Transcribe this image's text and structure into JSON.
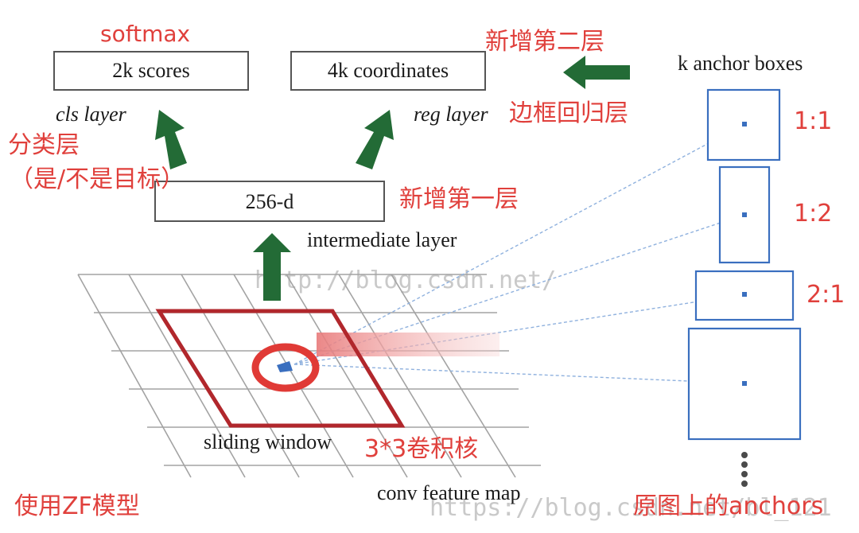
{
  "colors": {
    "annotation_red": "#e0403c",
    "arrow_green": "#236b36",
    "box_blue": "#3a6fbf",
    "window_red": "#b1272c",
    "grid_gray": "#9e9e9e"
  },
  "top_layers": {
    "scores_box": "2k scores",
    "coordinates_box": "4k coordinates",
    "cls_layer_label": "cls layer",
    "reg_layer_label": "reg layer"
  },
  "intermediate": {
    "box_label": "256-d",
    "layer_label": "intermediate layer"
  },
  "feature_map": {
    "sliding_window_label": "sliding window",
    "conv_map_label": "conv feature map"
  },
  "anchors": {
    "header": "k anchor boxes",
    "ratios": [
      "1:1",
      "1:2",
      "2:1"
    ]
  },
  "annotations": {
    "softmax": "softmax",
    "second_layer": "新增第二层",
    "bbox_regression": "边框回归层",
    "classification_line1": "分类层",
    "classification_line2": "（是/不是目标）",
    "first_layer": "新增第一层",
    "kernel": "3*3卷积核",
    "model": "使用ZF模型",
    "original_anchors": "原图上的anchors"
  },
  "watermarks": {
    "center": "http://blog.csdn.net/",
    "bottom": "https://blog.csdn.net/bl_121"
  }
}
